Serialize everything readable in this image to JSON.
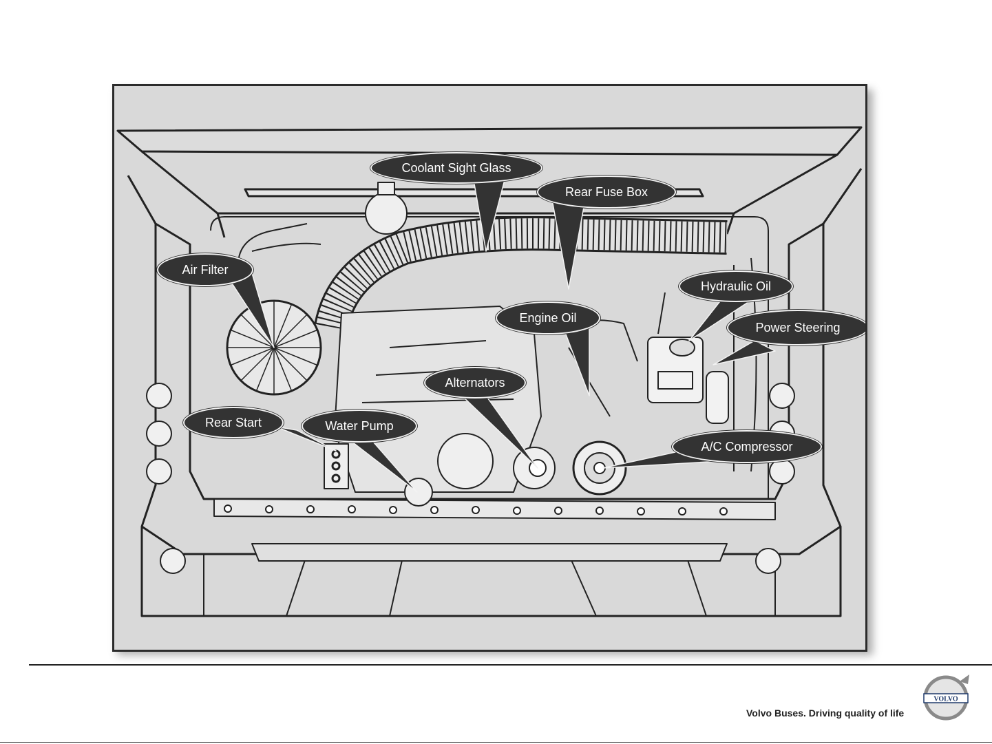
{
  "diagram": {
    "callouts": [
      {
        "id": "coolant-sight-glass",
        "label": "Coolant Sight Glass"
      },
      {
        "id": "rear-fuse-box",
        "label": "Rear Fuse Box"
      },
      {
        "id": "air-filter",
        "label": "Air Filter"
      },
      {
        "id": "hydraulic-oil",
        "label": "Hydraulic Oil"
      },
      {
        "id": "engine-oil",
        "label": "Engine Oil"
      },
      {
        "id": "power-steering",
        "label": "Power Steering"
      },
      {
        "id": "alternators",
        "label": "Alternators"
      },
      {
        "id": "rear-start",
        "label": "Rear Start"
      },
      {
        "id": "water-pump",
        "label": "Water Pump"
      },
      {
        "id": "ac-compressor",
        "label": "A/C Compressor"
      }
    ]
  },
  "footer": {
    "tagline": "Volvo Buses. Driving quality of life",
    "logo_text": "VOLVO"
  },
  "colors": {
    "frame_background": "#d9d9d9",
    "callout_fill": "#333333",
    "callout_text": "#ffffff",
    "logo_blue": "#1f3a6b"
  }
}
